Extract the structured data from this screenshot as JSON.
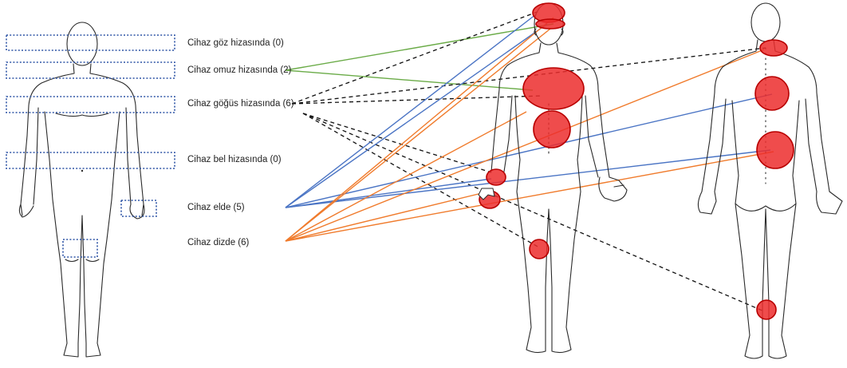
{
  "labels": {
    "eye": "Cihaz göz hizasında (0)",
    "shoulder": "Cihaz omuz hizasında (2)",
    "chest": "Cihaz göğüs hizasında (6)",
    "waist": "Cihaz bel hizasında (0)",
    "hand": "Cihaz elde (5)",
    "knee": "Cihaz dizde (6)"
  },
  "colors": {
    "shoulder_lines": "#6aab47",
    "chest_lines": "#111111",
    "hand_lines": "#4a74c4",
    "knee_lines": "#f07b2c",
    "pain_zone": "#ec2d2d",
    "level_box": "#2f55a6"
  }
}
